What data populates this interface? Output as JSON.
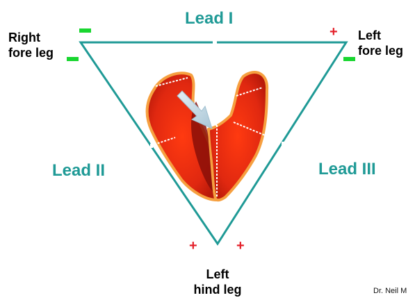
{
  "leads": {
    "lead1": "Lead I",
    "lead2": "Lead II",
    "lead3": "Lead III"
  },
  "limbs": {
    "right_fore_line1": "Right",
    "right_fore_line2": "fore leg",
    "left_fore_line1": "Left",
    "left_fore_line2": "fore leg",
    "left_hind_line1": "Left",
    "left_hind_line2": "hind leg"
  },
  "polarity": {
    "positive": "+"
  },
  "credit": "Dr. Neil M",
  "colors": {
    "triangle": "#1f9a96",
    "lead_text": "#1f9a96",
    "positive": "#e4202a",
    "negative": "#19d630",
    "heart_muscle": "#e02810",
    "heart_outline": "#f6a040",
    "heart_dark": "#8a0f08",
    "vector_arrow": "#c8dbe6"
  },
  "icons": {
    "heart": "heart-cross-section-icon",
    "vector": "electrical-vector-arrow-icon"
  }
}
